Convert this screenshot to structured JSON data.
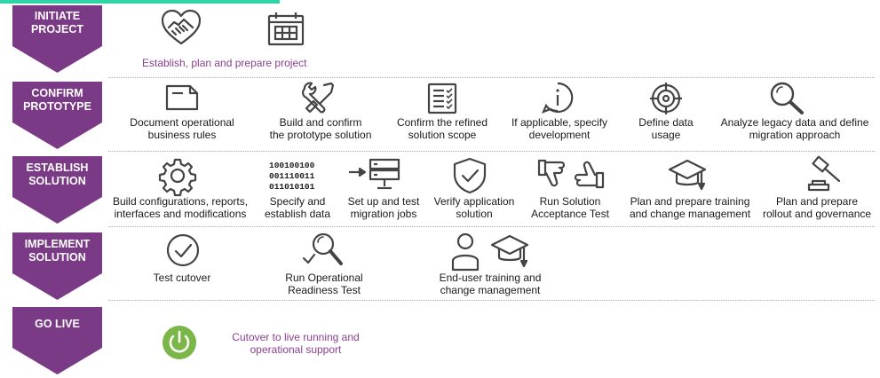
{
  "colors": {
    "phase_fill": "#7b3a86",
    "accent_text": "#8a3f91",
    "top_bar": "#2ed3a6",
    "power_button": "#7ab648",
    "icon_stroke": "#444444"
  },
  "phases": [
    {
      "label": "INITIATE\nPROJECT"
    },
    {
      "label": "CONFIRM\nPROTOTYPE"
    },
    {
      "label": "ESTABLISH\nSOLUTION"
    },
    {
      "label": "IMPLEMENT\nSOLUTION"
    },
    {
      "label": "GO LIVE"
    }
  ],
  "initiate": {
    "text": "Establish, plan and prepare project",
    "icons": [
      "handshake-icon",
      "calendar-icon"
    ]
  },
  "confirm": {
    "steps": [
      {
        "icon": "document-icon",
        "label": "Document operational\nbusiness rules"
      },
      {
        "icon": "tools-icon",
        "label": "Build and confirm\nthe prototype solution"
      },
      {
        "icon": "checklist-icon",
        "label": "Confirm the refined\nsolution scope"
      },
      {
        "icon": "info-icon",
        "label": "If applicable, specify\ndevelopment"
      },
      {
        "icon": "target-icon",
        "label": "Define data\nusage"
      },
      {
        "icon": "magnifier-icon",
        "label": "Analyze legacy data and define\nmigration approach"
      }
    ]
  },
  "establish": {
    "binary": "100100100\n001110011\n011010101",
    "steps": [
      {
        "icon": "gear-icon",
        "label": "Build configurations, reports,\ninterfaces and modifications"
      },
      {
        "icon": "binary-icon",
        "label": "Specify and\nestablish data"
      },
      {
        "icon": "server-icon",
        "label": "Set up and test\nmigration jobs"
      },
      {
        "icon": "shield-check-icon",
        "label": "Verify application\nsolution"
      },
      {
        "icon": "thumbs-icon",
        "label": "Run Solution\nAcceptance Test"
      },
      {
        "icon": "graduation-cap-icon",
        "label": "Plan and prepare training\nand change management"
      },
      {
        "icon": "gavel-icon",
        "label": "Plan and prepare\nrollout and governance"
      }
    ]
  },
  "implement": {
    "steps": [
      {
        "icon": "checkmark-circle-icon",
        "label": "Test cutover"
      },
      {
        "icon": "magnifier-check-icon",
        "label": "Run Operational\nReadiness Test"
      },
      {
        "icon": "user-graduation-icon",
        "label": "End-user training and\nchange management"
      }
    ]
  },
  "golive": {
    "text": "Cutover to live running and\noperational support",
    "icon": "power-icon"
  }
}
